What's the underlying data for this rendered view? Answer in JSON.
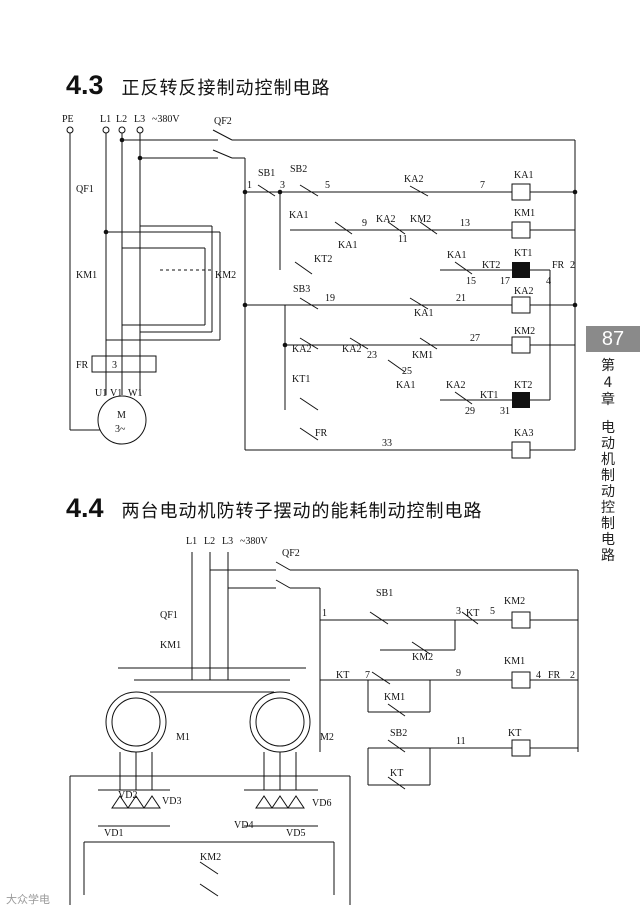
{
  "section_43": {
    "number": "4.3",
    "title": "正反转反接制动控制电路"
  },
  "section_44": {
    "number": "4.4",
    "title": "两台电动机防转子摆动的能耗制动控制电路"
  },
  "sidebar": {
    "page_number": "87",
    "chapter": "第\n4\n章",
    "chapter_title": "电\n动\n机\n制\n动\n控\n制\n电\n路"
  },
  "watermark": "大众学电",
  "diagram_43": {
    "labels": {
      "pe": "PE",
      "l1": "L1",
      "l2": "L2",
      "l3": "L3",
      "voltage": "~380V",
      "qf1": "QF1",
      "qf2": "QF2",
      "km1": "KM1",
      "km2": "KM2",
      "fr": "FR",
      "fr_num": "3",
      "u1": "U1",
      "v1": "V1",
      "w1": "W1",
      "motor": "M",
      "motor_phase": "3~",
      "sb1": "SB1",
      "sb2": "SB2",
      "sb3": "SB3",
      "ka1_a": "KA1",
      "ka1_b": "KA1",
      "ka1_c": "KA1",
      "ka1_d": "KA1",
      "ka1_e": "KA1",
      "ka2_a": "KA2",
      "ka2_b": "KA2",
      "ka2_c": "KA2",
      "ka2_d": "KA2",
      "ka2_e": "KA2",
      "km1_c": "KM1",
      "km2_c": "KM2",
      "kt1_c": "KT1",
      "kt2_c": "KT2",
      "kt1_d": "KT1",
      "kt2_d": "KT2",
      "fr_c": "FR",
      "coil_ka1": "KA1",
      "coil_km1": "KM1",
      "coil_kt1": "KT1",
      "coil_ka2": "KA2",
      "coil_km2": "KM2",
      "coil_kt2": "KT2",
      "coil_ka3": "KA3",
      "fr_coil": "FR",
      "n1": "1",
      "n3": "3",
      "n5": "5",
      "n7": "7",
      "n9": "9",
      "n11": "11",
      "n13": "13",
      "n15": "15",
      "n17": "17",
      "n2": "2",
      "n4": "4",
      "n19": "19",
      "n21": "21",
      "n23": "23",
      "n25": "25",
      "n27": "27",
      "n29": "29",
      "n31": "31",
      "n33": "33"
    }
  },
  "diagram_44": {
    "labels": {
      "l1": "L1",
      "l2": "L2",
      "l3": "L3",
      "voltage": "~380V",
      "qf1": "QF1",
      "qf2": "QF2",
      "km1": "KM1",
      "km2": "KM2",
      "m1": "M1",
      "m2": "M2",
      "vd1": "VD1",
      "vd2": "VD2",
      "vd3": "VD3",
      "vd4": "VD4",
      "vd5": "VD5",
      "vd6": "VD6",
      "sb1": "SB1",
      "sb2": "SB2",
      "kt_a": "KT",
      "kt_b": "KT",
      "kt_c": "KT",
      "km2_c": "KM2",
      "km1_c": "KM1",
      "fr": "FR",
      "coil_km2": "KM2",
      "coil_km1": "KM1",
      "coil_kt": "KT",
      "n1": "1",
      "n3": "3",
      "n5": "5",
      "n7": "7",
      "n9": "9",
      "n4": "4",
      "n2": "2",
      "n11": "11"
    }
  }
}
